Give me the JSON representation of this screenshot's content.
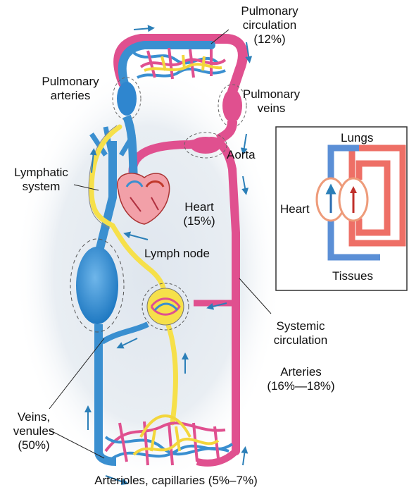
{
  "labels": {
    "pulmonary_circulation": [
      "Pulmonary",
      "circulation",
      "(12%)"
    ],
    "pulmonary_arteries": [
      "Pulmonary",
      "arteries"
    ],
    "pulmonary_veins": [
      "Pulmonary",
      "veins"
    ],
    "aorta": "Aorta",
    "lymphatic_system": [
      "Lymphatic",
      "system"
    ],
    "heart": [
      "Heart",
      "(15%)"
    ],
    "lymph_node": "Lymph node",
    "systemic_circulation": [
      "Systemic",
      "circulation"
    ],
    "arteries": [
      "Arteries",
      "(16%—18%)"
    ],
    "veins_venules": [
      "Veins,",
      "venules",
      "(50%)"
    ],
    "arterioles_capillaries": "Arterioles, capillaries (5%–7%)"
  },
  "inset": {
    "top": "Lungs",
    "left": "Heart",
    "bottom": "Tissues"
  },
  "colors": {
    "vein": "#3a8fd0",
    "artery": "#e0508f",
    "lymph": "#f6e04a",
    "arrow": "#2b7fb8",
    "inset_blue": "#5b8fd6",
    "inset_red": "#ee6f66"
  }
}
